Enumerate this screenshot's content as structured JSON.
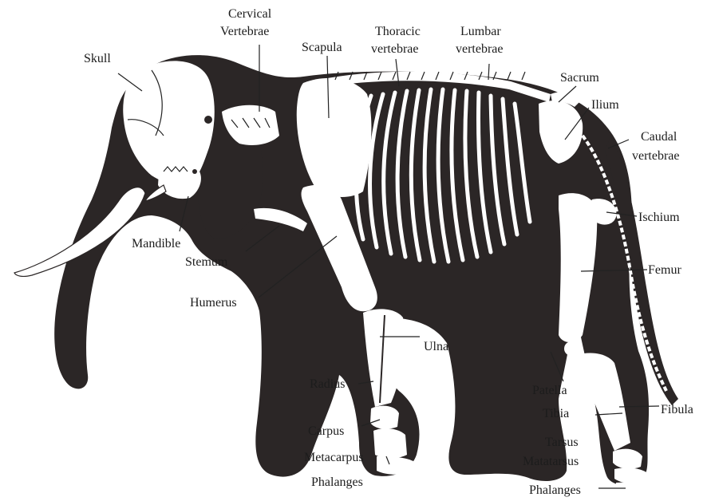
{
  "labels": {
    "cervical_1": "Cervical",
    "cervical_2": "Vertebrae",
    "skull": "Skull",
    "scapula": "Scapula",
    "thoracic_1": "Thoracic",
    "thoracic_2": "vertebrae",
    "lumbar_1": "Lumbar",
    "lumbar_2": "vertebrae",
    "sacrum": "Sacrum",
    "ilium": "Ilium",
    "caudal_1": "Caudal",
    "caudal_2": "vertebrae",
    "ischium": "Ischium",
    "mandible": "Mandible",
    "stemum": "Stemum",
    "femur": "Femur",
    "humerus": "Humerus",
    "ulna": "Ulna",
    "radius": "Radius",
    "patella": "Patella",
    "tibia": "Tibia",
    "fibula": "Fibula",
    "carpus": "Carpus",
    "tarsus": "Tarsus",
    "metacarpus": "Metacarpus",
    "matatarsus": "Matatarsus",
    "phalanges_front": "Phalanges",
    "phalanges_hind": "Phalanges"
  },
  "colors": {
    "body": "#2b2626",
    "bone": "#ffffff",
    "text": "#1c1c1c"
  }
}
